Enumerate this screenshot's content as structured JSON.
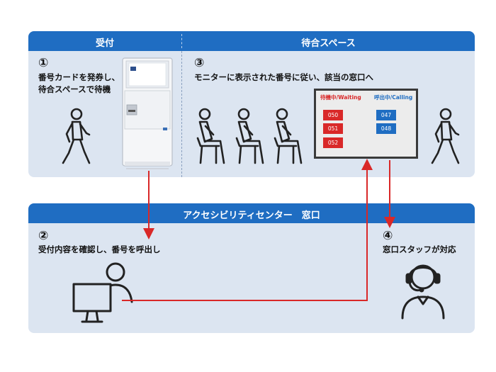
{
  "top_panel": {
    "header_left": "受付",
    "header_right": "待合スペース"
  },
  "step1": {
    "number": "①",
    "line1": "番号カードを発券し、",
    "line2": "待合スペースで待機"
  },
  "step3": {
    "number": "③",
    "line1": "モニターに表示された番号に従い、該当の窓口へ"
  },
  "monitor": {
    "waiting_label": "待機中/Waiting",
    "calling_label": "呼出中/Calling",
    "waiting_numbers": [
      "050",
      "051",
      "052"
    ],
    "calling_numbers": [
      "047",
      "048"
    ]
  },
  "bottom_panel": {
    "header": "アクセシビリティセンター　窓口"
  },
  "step2": {
    "number": "②",
    "line1": "受付内容を確認し、番号を呼出し"
  },
  "step4": {
    "number": "④",
    "line1": "窓口スタッフが対応"
  },
  "colors": {
    "header_blue": "#1f6dc2",
    "panel_bg": "#dce5f1",
    "arrow_red": "#d92828",
    "waiting_red": "#d92828",
    "calling_blue": "#1f6dc2"
  },
  "icons": [
    "walking-person-icon",
    "ticket-kiosk-icon",
    "seated-person-icon",
    "pc-operator-icon",
    "headset-staff-icon"
  ]
}
